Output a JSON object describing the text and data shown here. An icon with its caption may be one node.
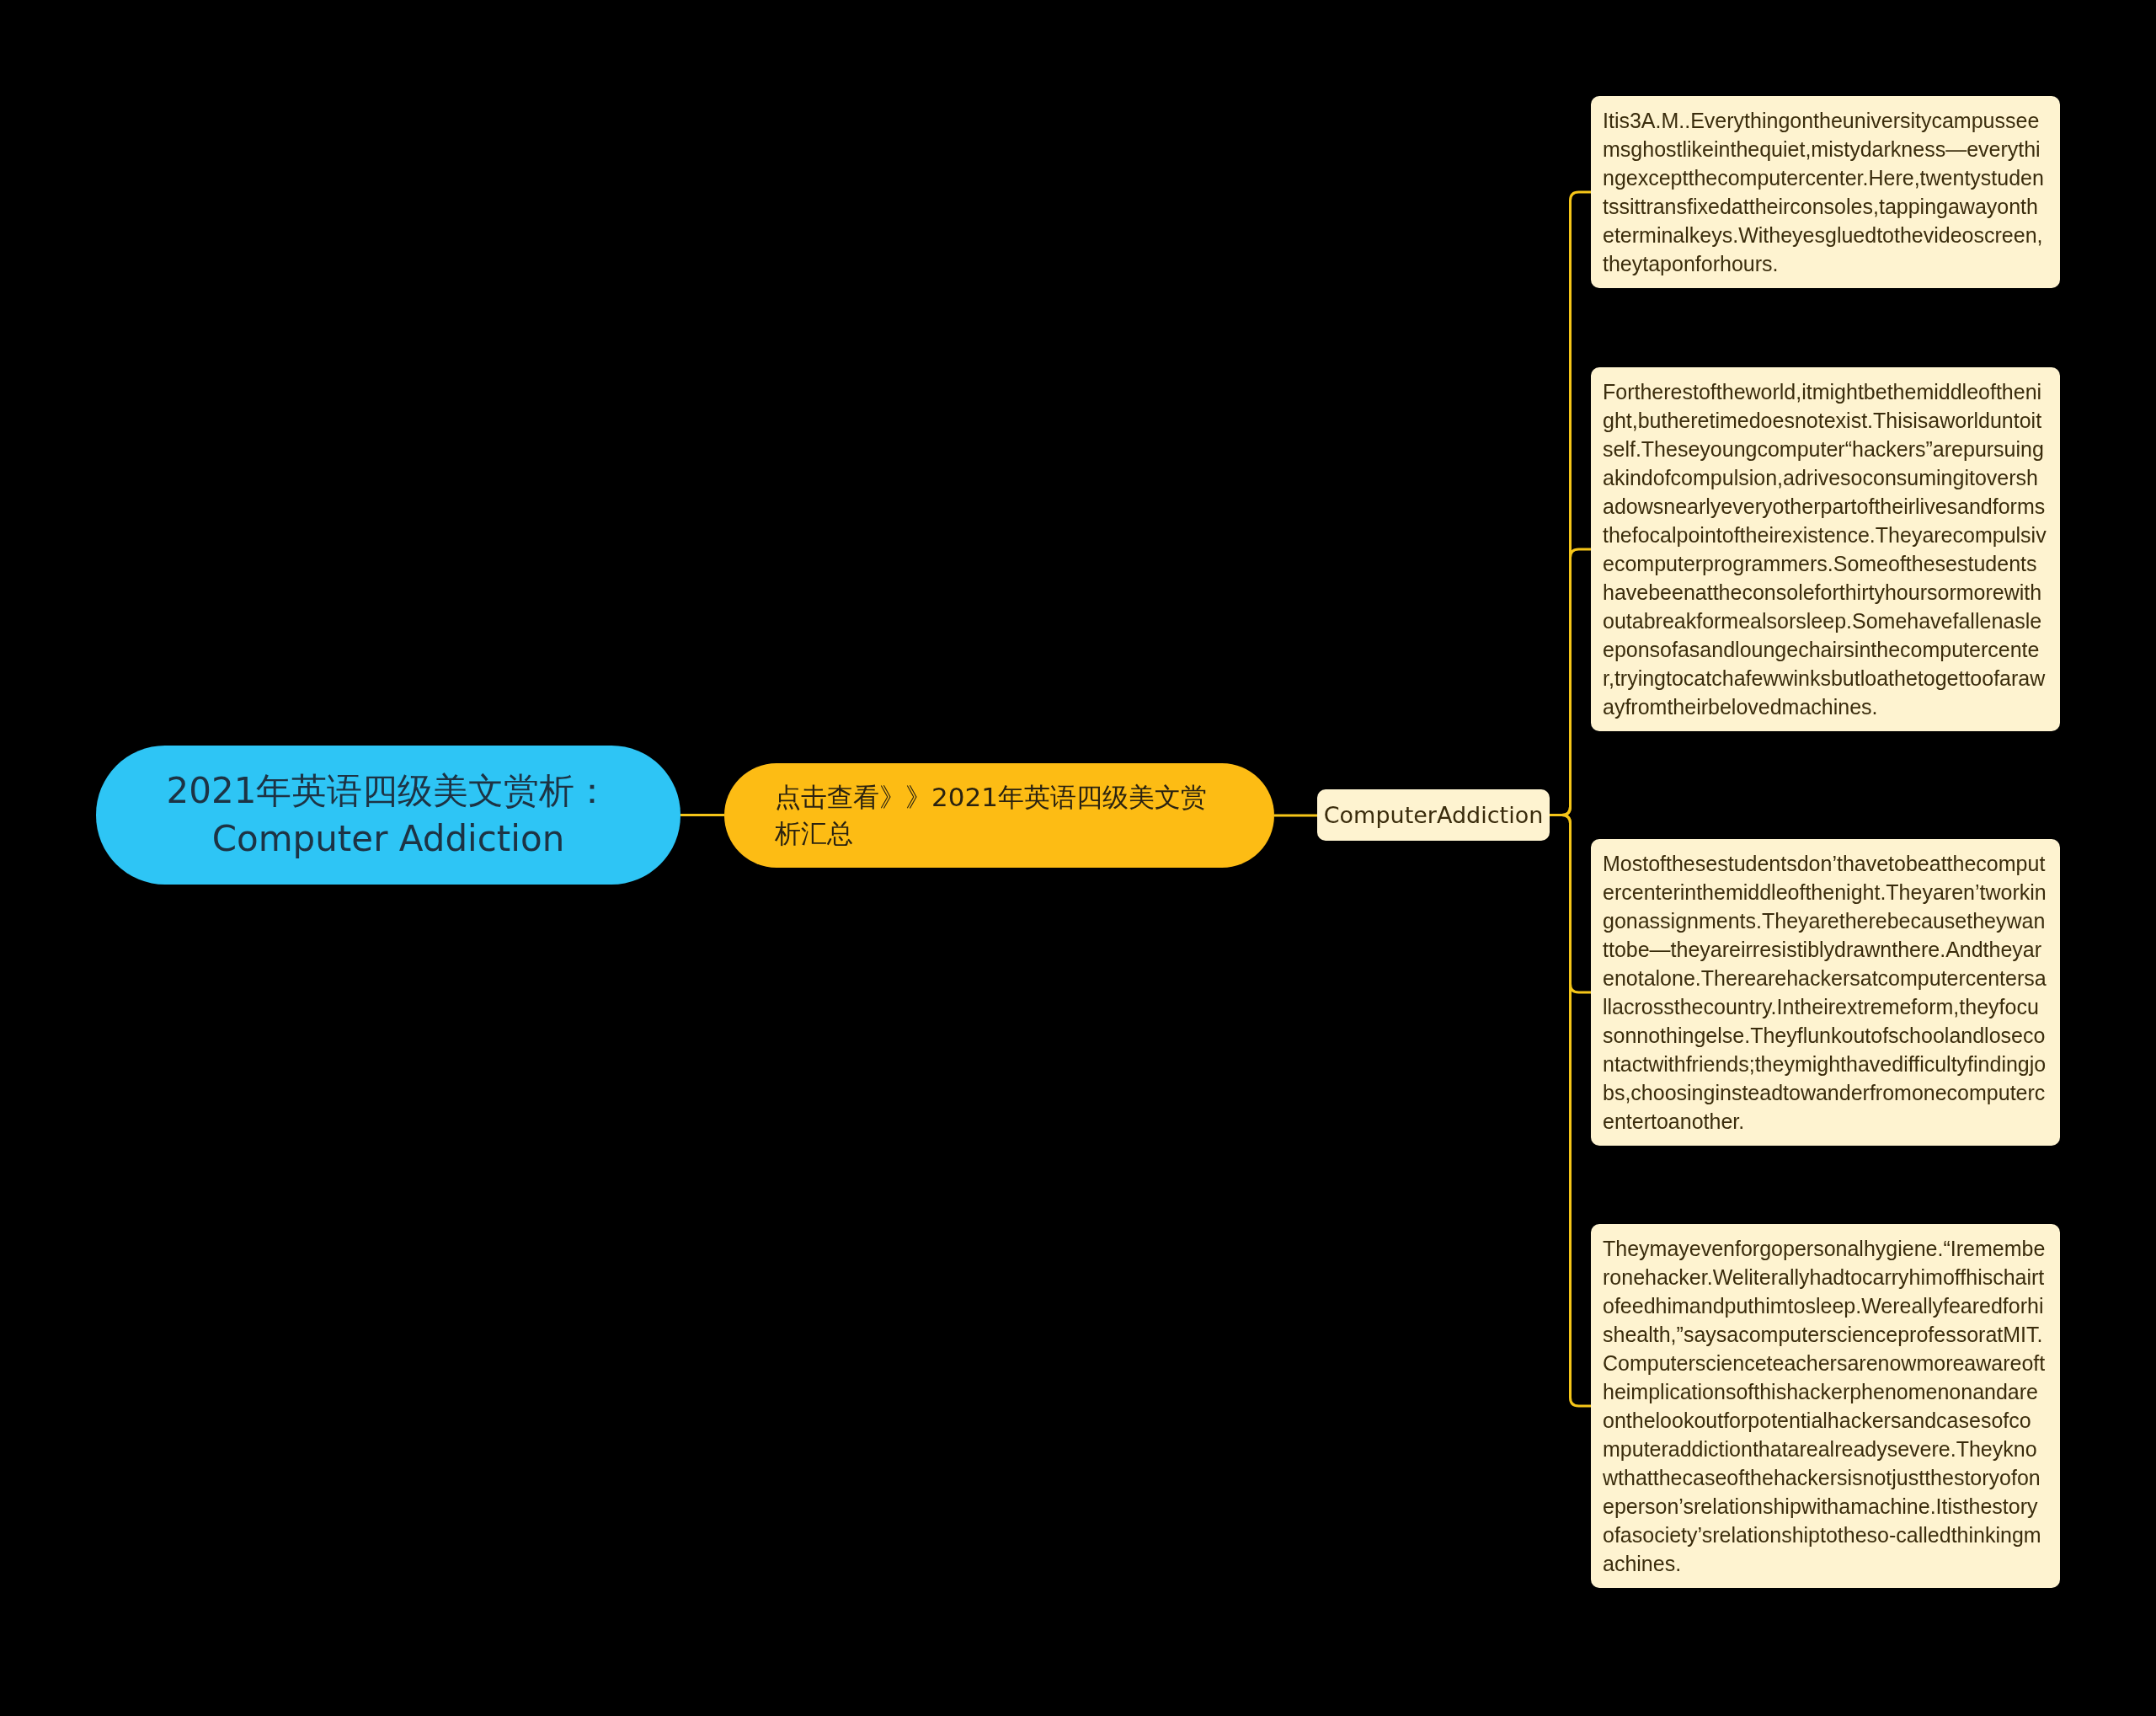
{
  "diagram": {
    "nodes": [
      {
        "text": [
          "2021年英语四级美文赏析：Computer Addiction"
        ]
      },
      {
        "text": [
          "点击查看》》2021年英语四级美文赏析汇总"
        ]
      },
      {
        "text": [
          "ComputerAddiction"
        ]
      },
      {
        "text": [
          "Itis3A.M..Everythingontheuniversitycampusseemsghostlikeinthequiet,mistydarkness—everythingexceptthecomputercenter.Here,twentystudentssittransfixedattheirconsoles,tappingawayontheterminalkeys.Witheyesgluedtothevideoscreen,theytaponforhours."
        ]
      },
      {
        "text": [
          "Fortherestoftheworld,itmightbethemiddleofthenight,butheretimedoesnotexist.Thisisaworlduntoitself.Theseyoungcomputer“hackers”arepursuingakindofcompulsion,adrivesoconsumingitovershadowsnearlyeveryotherpartoftheirlivesandformsthefocalpointoftheirexistence.Theyarecompulsivecomputerprogrammers.Someofthesestudentshavebeenattheconsoleforthirtyhoursormorewithoutabreakformealsorsleep.Somehavefallenasleeponsofasandloungechairsinthecomputercenter,tryingtocatchafewwinksbutloathetogettoofarawayfromtheirbelovedmachines."
        ]
      },
      {
        "text": [
          "Mostofthesestudentsdon’thavetobeatthecomputercenterinthemiddleofthenight.Theyaren’tworkingonassignments.Theyaretherebecausetheywanttobe—theyareirresistiblydrawnthere.Andtheyarenotalone.Therearehackersatcomputercentersallacrossthecountry.Intheirextremeform,theyfocusonnothingelse.Theyflunkoutofschoolandlosecontactwithfriends;theymighthavedifficultyfindingjobs,choosinginsteadtowanderfromonecomputercentertoanother."
        ]
      },
      {
        "text": [
          "Theymayevenforgopersonalhygiene.“Irememberonehacker.Weliterallyhadtocarryhimoffhischairtofeedhimandputhimtosleep.Wereallyfearedforhishealth,”saysacomputerscienceprofessoratMIT.Computerscienceteachersarenowmoreawareoftheimplicationsofthishackerphenomenonandareonthelookoutforpotentialhackersandcasesofcomputeraddictionthatarealreadysevere.Theyknowthatthecaseofthehackersisnotjustthestoryofoneperson’srelationshipwithamachine.Itisthestoryofasociety’srelationshiptotheso-calledthinkingmachines."
        ]
      }
    ],
    "edges": [
      {
        "from": 0,
        "to": 1,
        "arrow": "none"
      },
      {
        "from": 1,
        "to": 2,
        "arrow": "none"
      },
      {
        "from": 2,
        "to": 3,
        "arrow": "none"
      },
      {
        "from": 2,
        "to": 4,
        "arrow": "none"
      },
      {
        "from": 2,
        "to": 5,
        "arrow": "none"
      },
      {
        "from": 2,
        "to": 6,
        "arrow": "none"
      }
    ]
  }
}
